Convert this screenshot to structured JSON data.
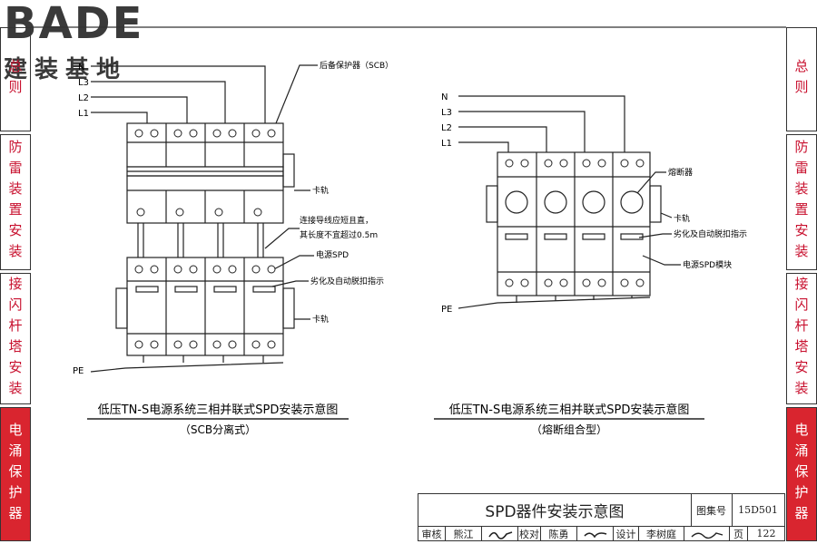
{
  "logo": {
    "brand": "BADE",
    "sub": "建装基地"
  },
  "sidebar_left": [
    {
      "label": "总则"
    },
    {
      "label": "防雷装置安装"
    },
    {
      "label": "接闪杆塔安装"
    },
    {
      "label": "电涌保护器"
    }
  ],
  "sidebar_right": [
    {
      "label": "总则"
    },
    {
      "label": "防雷装置安装"
    },
    {
      "label": "接闪杆塔安装"
    },
    {
      "label": "电涌保护器"
    }
  ],
  "diagram_left": {
    "lines": [
      "N",
      "L3",
      "L2",
      "L1"
    ],
    "pe": "PE",
    "callouts": {
      "scb": "后备保护器（SCB）",
      "rail1": "卡轨",
      "wire_note1": "连接导线应短且直，",
      "wire_note2": "其长度不宜超过0.5m",
      "spd": "电源SPD",
      "indicator": "劣化及自动脱扣指示",
      "rail2": "卡轨"
    },
    "caption": "低压TN-S电源系统三相并联式SPD安装示意图",
    "subcaption": "（SCB分离式）"
  },
  "diagram_right": {
    "lines": [
      "N",
      "L3",
      "L2",
      "L1"
    ],
    "pe": "PE",
    "callouts": {
      "fuse": "熔断器",
      "rail": "卡轨",
      "indicator": "劣化及自动脱扣指示",
      "module": "电源SPD模块"
    },
    "caption": "低压TN-S电源系统三相并联式SPD安装示意图",
    "subcaption": "（熔断组合型）"
  },
  "title_block": {
    "title": "SPD器件安装示意图",
    "atlas_label": "图集号",
    "atlas_no": "15D501",
    "review_label": "审核",
    "reviewer": "熊江",
    "check_label": "校对",
    "checker": "陈勇",
    "design_label": "设计",
    "designer": "李树庭",
    "page_label": "页",
    "page_no": "122"
  },
  "colors": {
    "accent": "#d9252f",
    "side_text": "#c8102e"
  }
}
